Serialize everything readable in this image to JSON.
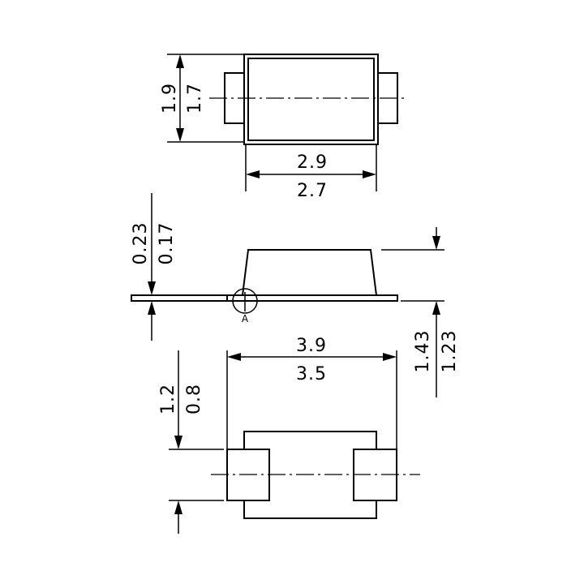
{
  "top_view": {
    "height_max": "1.9",
    "height_min": "1.7",
    "width_max": "2.9",
    "width_min": "2.7"
  },
  "side_view": {
    "lead_thickness_max": "0.23",
    "lead_thickness_min": "0.17",
    "body_height_max": "1.43",
    "body_height_min": "1.23",
    "datum_symbol": "A"
  },
  "bottom_view": {
    "length_max": "3.9",
    "length_min": "3.5",
    "pad_width_max": "1.2",
    "pad_width_min": "0.8"
  }
}
